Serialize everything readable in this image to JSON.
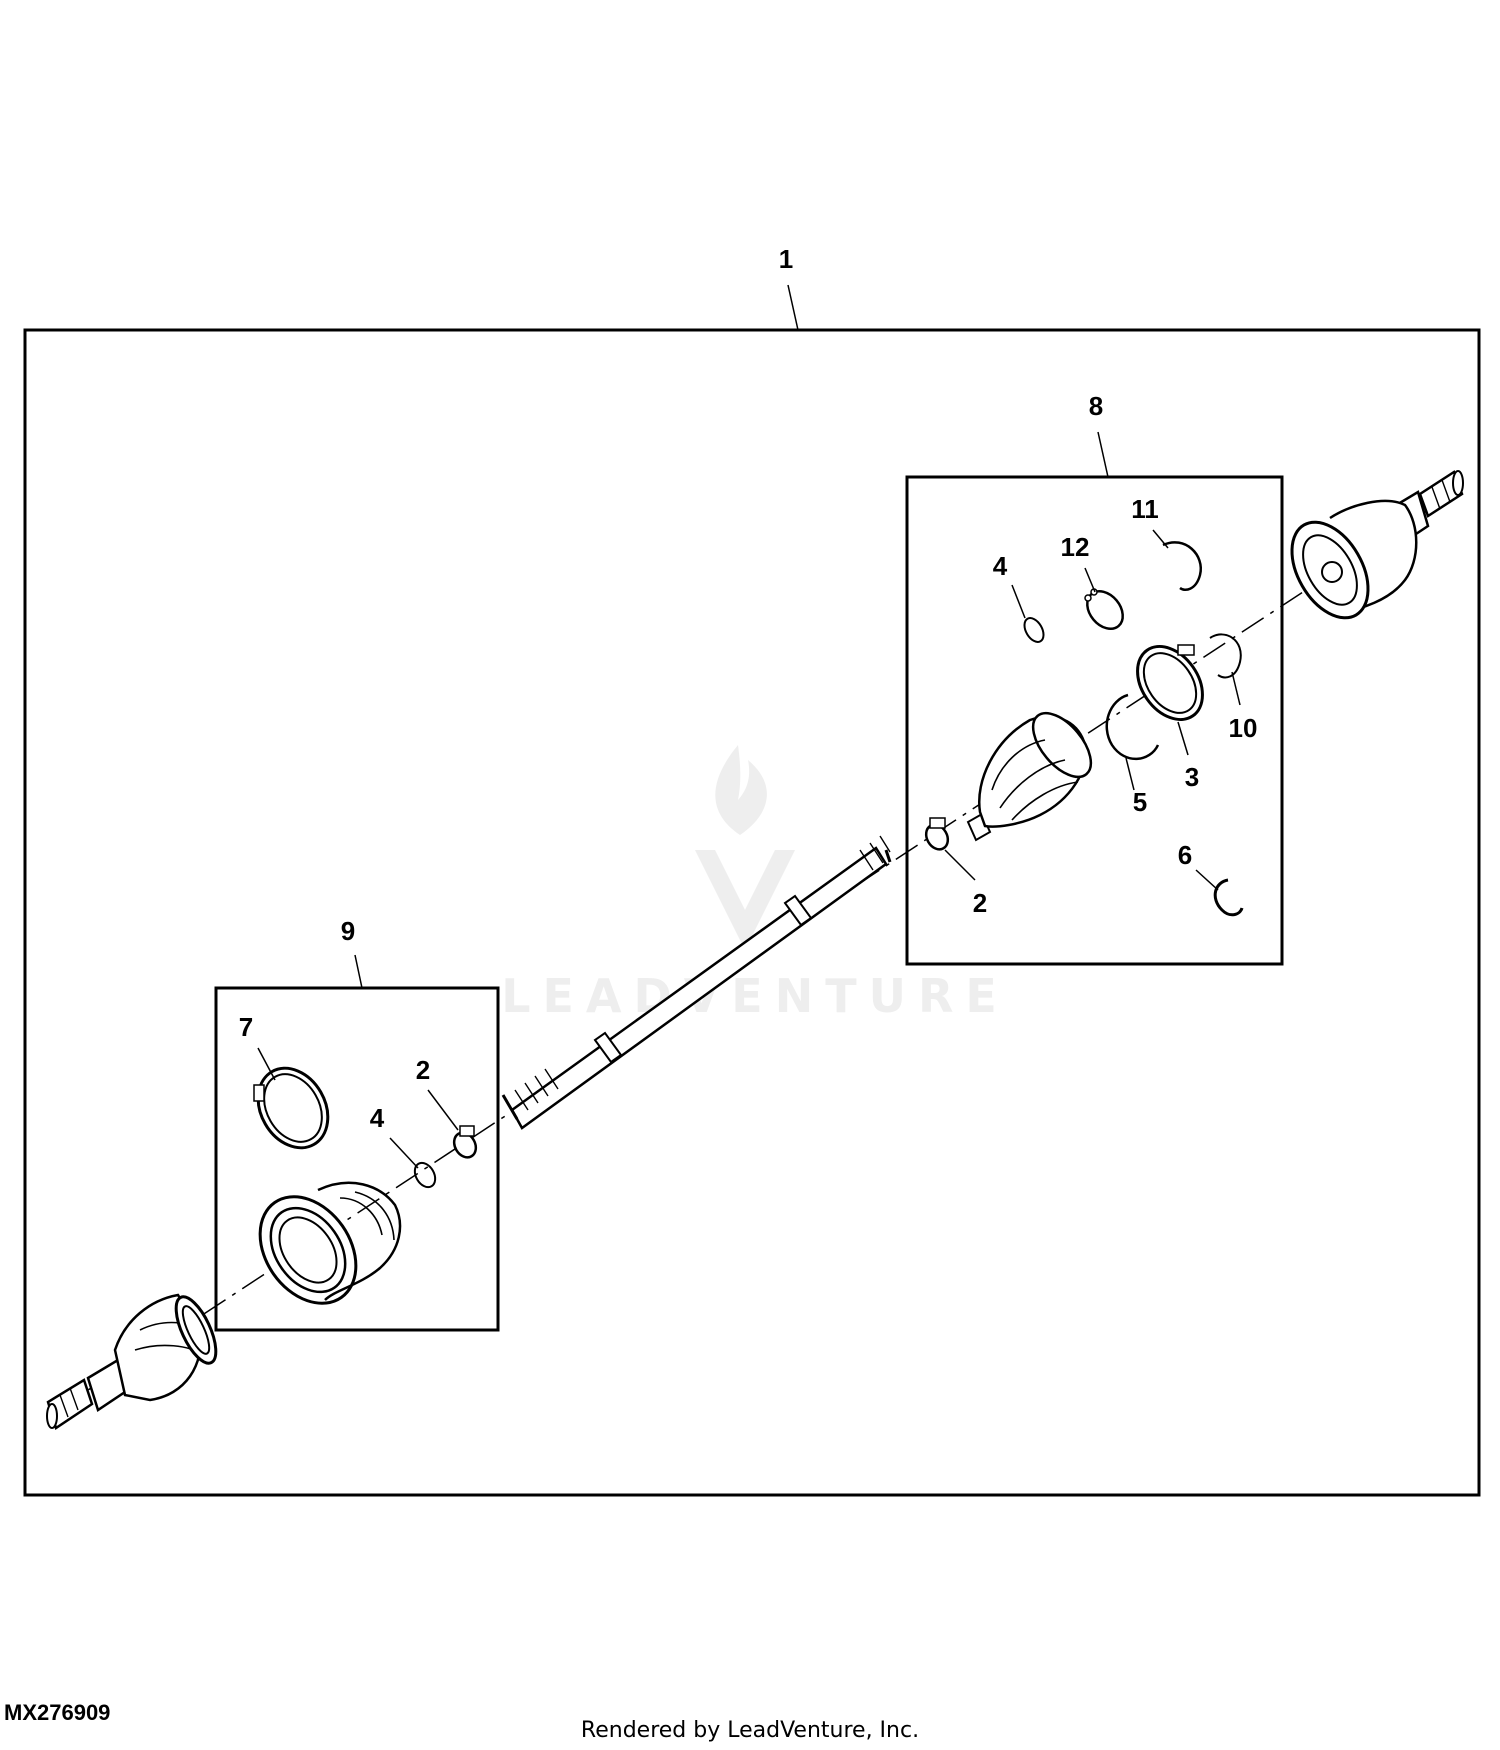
{
  "diagram": {
    "figure_id": "MX276909",
    "footer": "Rendered by LeadVenture, Inc.",
    "watermark": "LEADVENTURE",
    "callouts": {
      "c1": "1",
      "c8": "8",
      "c9": "9",
      "c11": "11",
      "c12": "12",
      "c4a": "4",
      "c10": "10",
      "c3": "3",
      "c5": "5",
      "c2a": "2",
      "c6": "6",
      "c7": "7",
      "c2b": "2",
      "c4b": "4"
    }
  }
}
